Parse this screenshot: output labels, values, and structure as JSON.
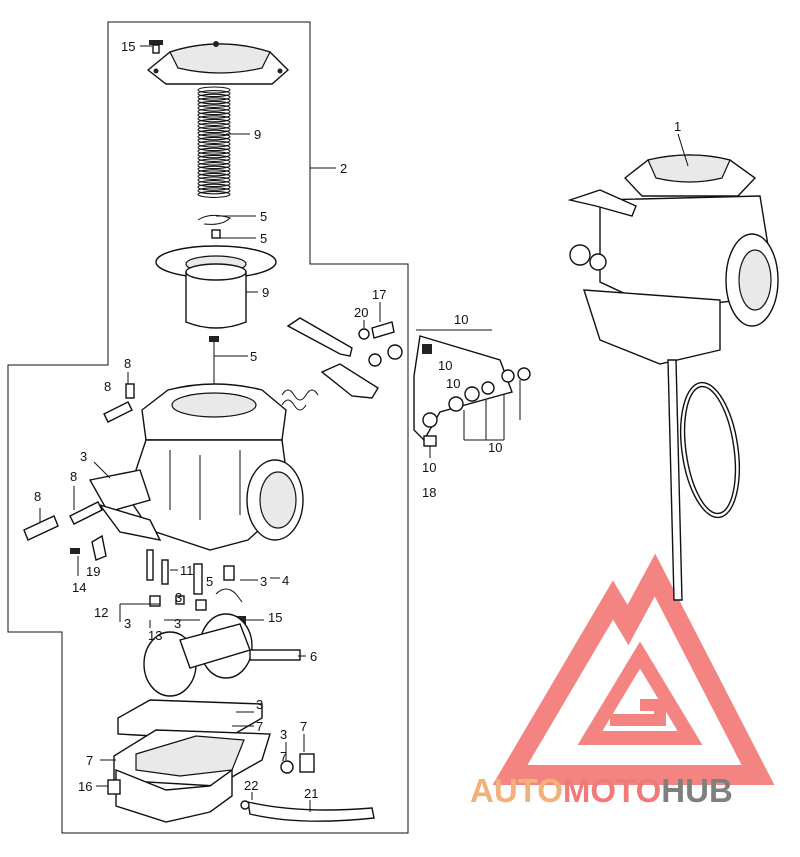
{
  "callouts": [
    {
      "id": "c15a",
      "text": "15"
    },
    {
      "id": "c9a",
      "text": "9"
    },
    {
      "id": "c2",
      "text": "2"
    },
    {
      "id": "c5a",
      "text": "5"
    },
    {
      "id": "c5b",
      "text": "5"
    },
    {
      "id": "c9b",
      "text": "9"
    },
    {
      "id": "c5c",
      "text": "5"
    },
    {
      "id": "c1",
      "text": "1"
    },
    {
      "id": "c20",
      "text": "20"
    },
    {
      "id": "c17",
      "text": "17"
    },
    {
      "id": "c10a",
      "text": "10"
    },
    {
      "id": "c10b",
      "text": "10"
    },
    {
      "id": "c10c",
      "text": "10"
    },
    {
      "id": "c10d",
      "text": "10"
    },
    {
      "id": "c10e",
      "text": "10"
    },
    {
      "id": "c18",
      "text": "18"
    },
    {
      "id": "c8a",
      "text": "8"
    },
    {
      "id": "c8b",
      "text": "8"
    },
    {
      "id": "c3a",
      "text": "3"
    },
    {
      "id": "c8c",
      "text": "8"
    },
    {
      "id": "c8d",
      "text": "8"
    },
    {
      "id": "c19",
      "text": "19"
    },
    {
      "id": "c14",
      "text": "14"
    },
    {
      "id": "c11",
      "text": "11"
    },
    {
      "id": "c3b",
      "text": "3"
    },
    {
      "id": "c4",
      "text": "4"
    },
    {
      "id": "c5d",
      "text": "5"
    },
    {
      "id": "c3c",
      "text": "3"
    },
    {
      "id": "c12",
      "text": "12"
    },
    {
      "id": "c3d",
      "text": "3"
    },
    {
      "id": "c3e",
      "text": "3"
    },
    {
      "id": "c15b",
      "text": "15"
    },
    {
      "id": "c13",
      "text": "13"
    },
    {
      "id": "c6",
      "text": "6"
    },
    {
      "id": "c3f",
      "text": "3"
    },
    {
      "id": "c7a",
      "text": "7"
    },
    {
      "id": "c3g",
      "text": "3"
    },
    {
      "id": "c7b",
      "text": "7"
    },
    {
      "id": "c7c",
      "text": "7"
    },
    {
      "id": "c7d",
      "text": "7"
    },
    {
      "id": "c16",
      "text": "16"
    },
    {
      "id": "c22",
      "text": "22"
    },
    {
      "id": "c21",
      "text": "21"
    }
  ],
  "watermark": {
    "part1": "AUTO",
    "part2": "MOTO",
    "part3": "HUB",
    "color1": "#f4b07a",
    "color2": "#f07a78",
    "color3": "#7f7f7f",
    "logo_color": "#f2625f"
  }
}
